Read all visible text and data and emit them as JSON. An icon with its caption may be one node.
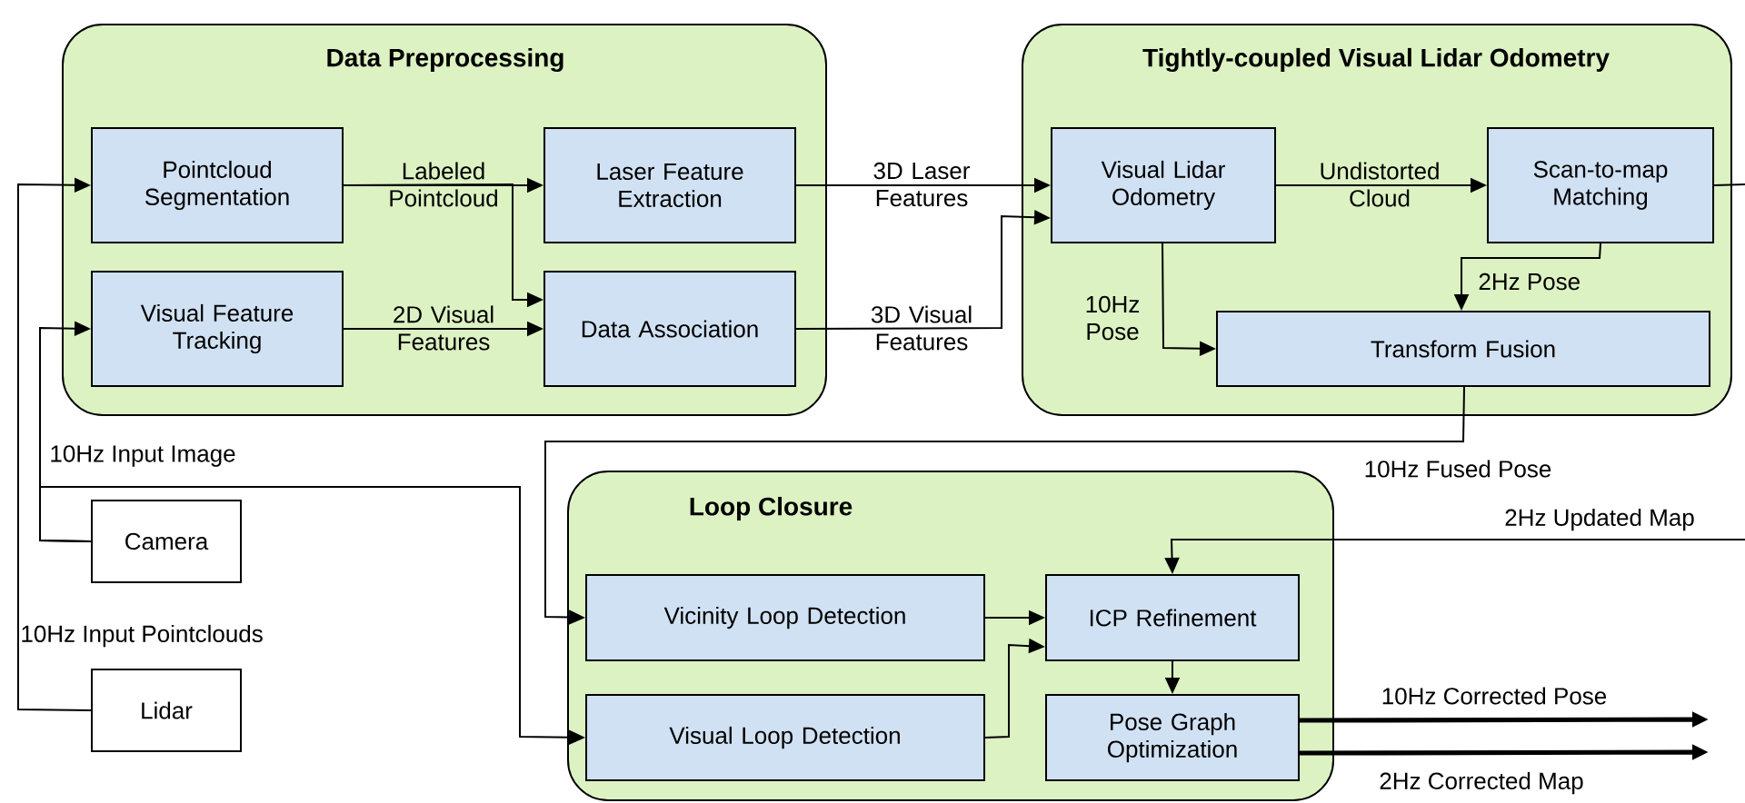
{
  "diagram": {
    "nodes": [
      {
        "text": [
          "Data Preprocessing"
        ]
      },
      {
        "text": [
          "Pointcloud Segmentation"
        ],
        "in": 0
      },
      {
        "text": [
          "Laser Feature Extraction"
        ],
        "in": 0
      },
      {
        "text": [
          "Visual Feature Tracking"
        ],
        "in": 0
      },
      {
        "text": [
          "Data Association"
        ],
        "in": 0
      },
      {
        "text": [
          "Tightly-coupled Visual Lidar Odometry"
        ]
      },
      {
        "text": [
          "Visual Lidar Odometry"
        ],
        "in": 5
      },
      {
        "text": [
          "Scan-to-map Matching"
        ],
        "in": 5
      },
      {
        "text": [
          "Transform Fusion"
        ],
        "in": 5
      },
      {
        "text": [
          "Camera"
        ]
      },
      {
        "text": [
          "Lidar"
        ]
      },
      {
        "text": [
          "Loop Closure"
        ]
      },
      {
        "text": [
          "Vicinity Loop Detection"
        ],
        "in": 11
      },
      {
        "text": [
          "ICP Refinement"
        ],
        "in": 11
      },
      {
        "text": [
          "Visual Loop Detection"
        ],
        "in": 11
      },
      {
        "text": [
          "Pose Graph Optimization"
        ],
        "in": 11
      }
    ],
    "edges": [
      {
        "from": 10,
        "to": 1,
        "arrow": "to",
        "label": "10Hz Input Pointclouds"
      },
      {
        "from": 9,
        "to": 3,
        "arrow": "to",
        "label": "10Hz Input Image"
      },
      {
        "from": 9,
        "to": 14,
        "arrow": "to"
      },
      {
        "from": 1,
        "to": 2,
        "arrow": "to",
        "label": "Labeled Pointcloud"
      },
      {
        "from": 1,
        "to": 4,
        "arrow": "to"
      },
      {
        "from": 3,
        "to": 4,
        "arrow": "to",
        "label": "2D Visual Features"
      },
      {
        "from": 2,
        "to": 6,
        "arrow": "to",
        "label": "3D Laser Features"
      },
      {
        "from": 4,
        "to": 6,
        "arrow": "to",
        "label": "3D Visual Features"
      },
      {
        "from": 6,
        "to": 7,
        "arrow": "to",
        "label": "Undistorted Cloud"
      },
      {
        "from": 6,
        "to": 8,
        "arrow": "to",
        "label": "10Hz Pose"
      },
      {
        "from": 7,
        "to": 8,
        "arrow": "to",
        "label": "2Hz Pose"
      },
      {
        "from": 7,
        "to": null,
        "arrow": "none"
      },
      {
        "from": null,
        "to": 13,
        "arrow": "to",
        "label": "2Hz Updated Map"
      },
      {
        "from": 8,
        "to": 12,
        "arrow": "to",
        "label": "10Hz Fused Pose"
      },
      {
        "from": 12,
        "to": 13,
        "arrow": "to"
      },
      {
        "from": 14,
        "to": 13,
        "arrow": "to"
      },
      {
        "from": 13,
        "to": 15,
        "arrow": "to"
      },
      {
        "from": 15,
        "to": null,
        "arrow": "to",
        "style": "thick",
        "label": "10Hz Corrected Pose"
      },
      {
        "from": 15,
        "to": null,
        "arrow": "to",
        "style": "thick",
        "label": "2Hz Corrected Map"
      }
    ]
  }
}
